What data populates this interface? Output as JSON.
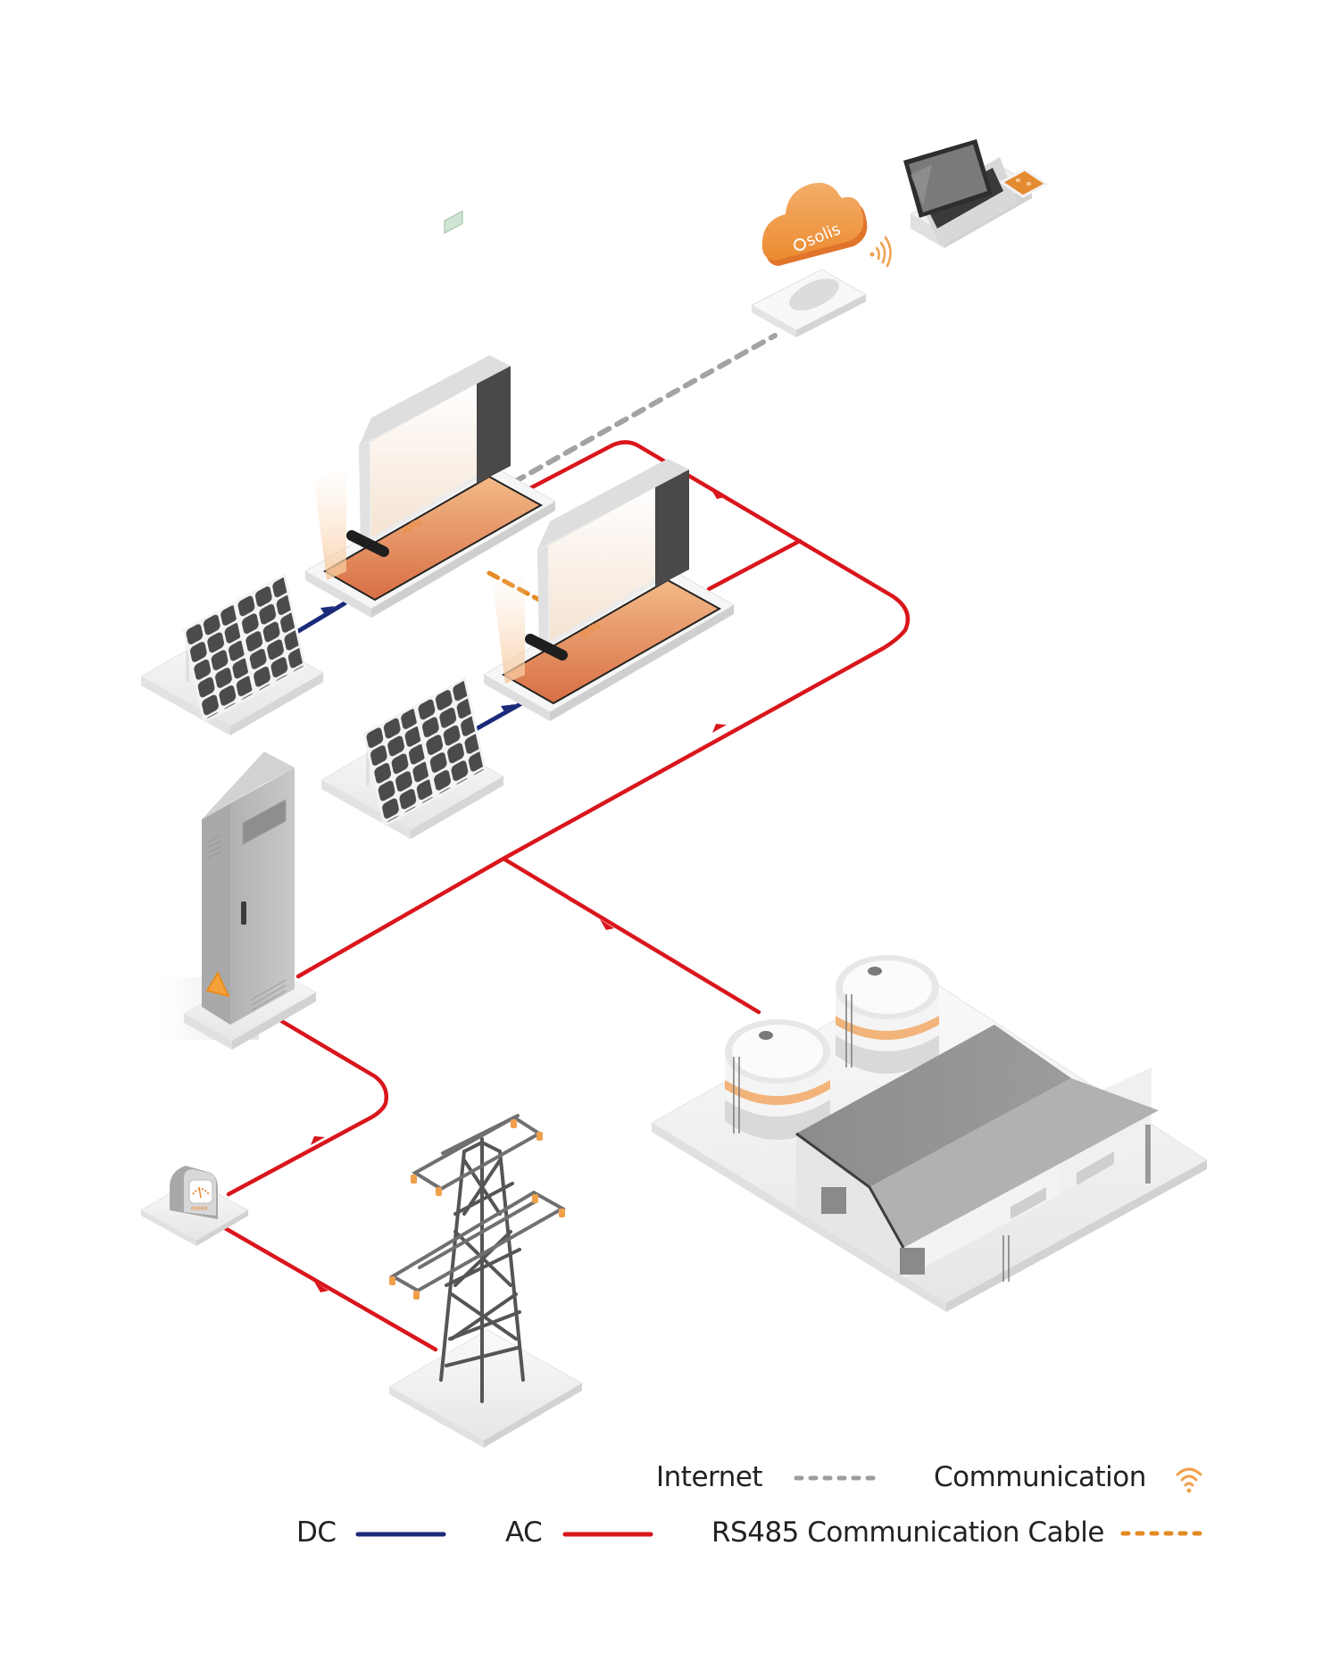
{
  "diagram": {
    "title": "Solis grid-tied PV system with inverters, monitoring and commercial load",
    "brand": "solis",
    "components": [
      {
        "id": "cloud",
        "label": "solis",
        "kind": "cloud-monitoring-platform"
      },
      {
        "id": "datalogger",
        "kind": "data-logger"
      },
      {
        "id": "laptop",
        "kind": "laptop"
      },
      {
        "id": "phone",
        "kind": "mobile-phone"
      },
      {
        "id": "inverter-1",
        "label": "solis",
        "kind": "string-inverter"
      },
      {
        "id": "inverter-2",
        "label": "solis",
        "kind": "string-inverter"
      },
      {
        "id": "pv-array-1",
        "kind": "solar-panel"
      },
      {
        "id": "pv-array-2",
        "kind": "solar-panel"
      },
      {
        "id": "ac-cabinet",
        "kind": "ac-distribution-cabinet"
      },
      {
        "id": "meter",
        "label": "00000",
        "kind": "energy-meter"
      },
      {
        "id": "grid-tower",
        "kind": "transmission-tower"
      },
      {
        "id": "factory",
        "kind": "factory-load"
      }
    ],
    "connections": [
      {
        "from": "pv-array-1",
        "to": "inverter-1",
        "type": "DC"
      },
      {
        "from": "pv-array-2",
        "to": "inverter-2",
        "type": "DC"
      },
      {
        "from": "inverter-1",
        "to": "ac-cabinet",
        "type": "AC"
      },
      {
        "from": "inverter-2",
        "to": "ac-cabinet",
        "type": "AC"
      },
      {
        "from": "ac-cabinet",
        "to": "factory",
        "type": "AC"
      },
      {
        "from": "ac-cabinet",
        "to": "meter",
        "type": "AC"
      },
      {
        "from": "meter",
        "to": "grid-tower",
        "type": "AC"
      },
      {
        "from": "inverter-1",
        "to": "datalogger",
        "type": "Internet"
      },
      {
        "from": "inverter-1",
        "to": "inverter-2",
        "type": "RS485"
      },
      {
        "from": "cloud",
        "to": "laptop",
        "type": "Communication"
      }
    ]
  },
  "legend": {
    "internet": {
      "label": "Internet",
      "color": "#9d9d9d",
      "style": "dashed"
    },
    "communication": {
      "label": "Communication",
      "color": "#f0a04b",
      "style": "wifi-icon"
    },
    "dc": {
      "label": "DC",
      "color": "#1c2a7a",
      "style": "solid"
    },
    "ac": {
      "label": "AC",
      "color": "#d9161c",
      "style": "solid"
    },
    "rs485": {
      "label": "RS485 Communication Cable",
      "color": "#e48a22",
      "style": "dashed"
    }
  },
  "colors": {
    "ac": "#d9161c",
    "dc": "#1c2a7a",
    "internet": "#9d9d9d",
    "rs485": "#e48a22",
    "brand_orange": "#ec8a30",
    "panel_dark": "#4a4a4c",
    "cabinet": "#bfbfc1",
    "platform": "#efefef"
  }
}
